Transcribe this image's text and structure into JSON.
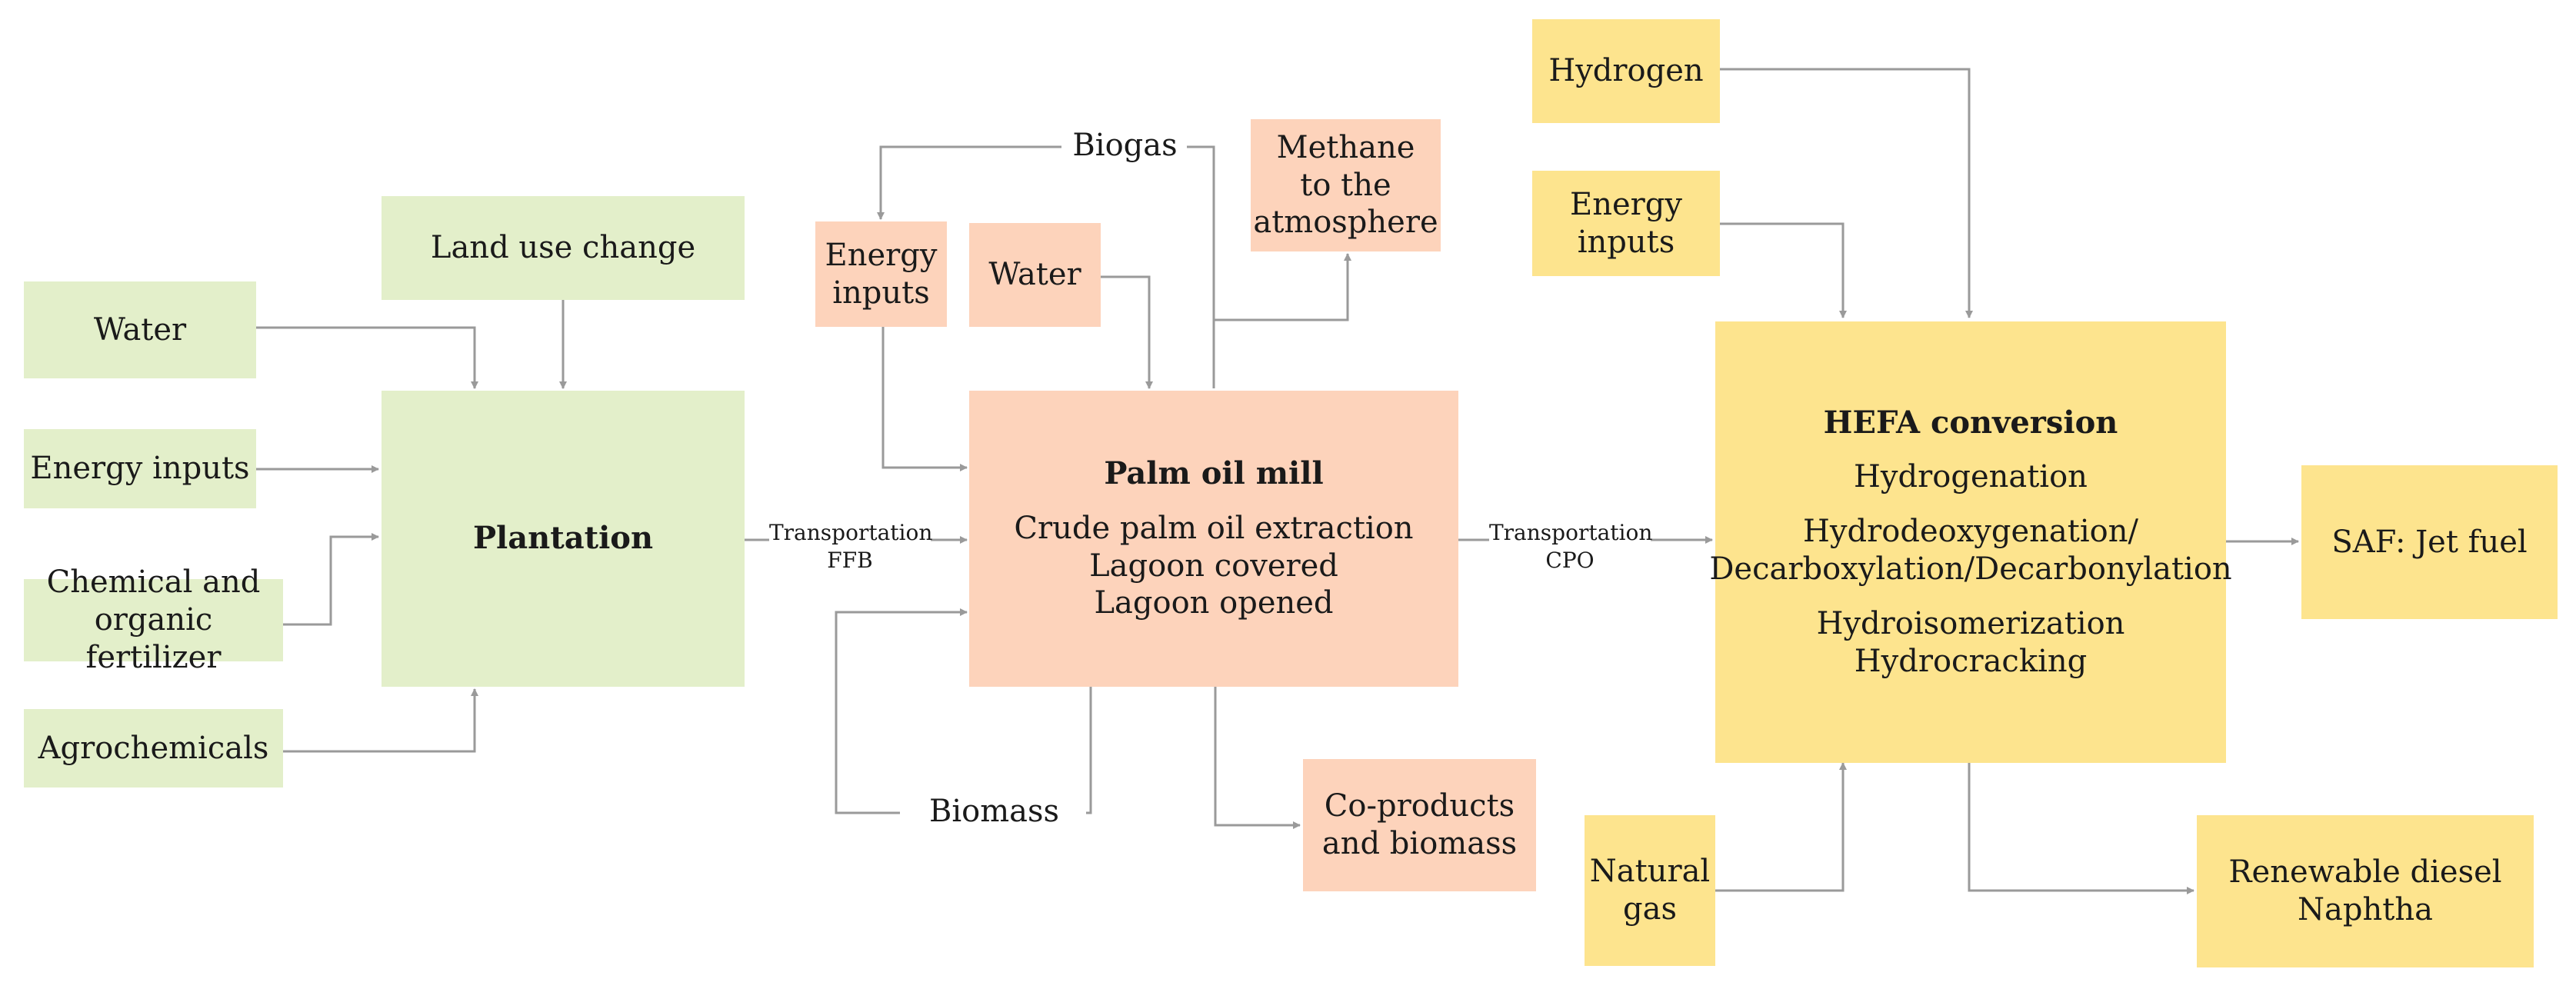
{
  "colors": {
    "plantation": "#e3efca",
    "mill": "#fdd3bb",
    "hefa": "#fde48e",
    "arrow": "#9a9a9a"
  },
  "plantation_stage": {
    "water": "Water",
    "land_use_change": "Land use change",
    "energy_inputs": "Energy inputs",
    "fertilizer": [
      "Chemical and",
      "organic fertilizer"
    ],
    "agrochemicals": "Agrochemicals",
    "plantation": "Plantation"
  },
  "transport_ffb": [
    "Transportation",
    "FFB"
  ],
  "mill_stage": {
    "biogas": "Biogas",
    "energy_inputs": [
      "Energy",
      "inputs"
    ],
    "water": "Water",
    "methane": [
      "Methane",
      "to the",
      "atmosphere"
    ],
    "title": "Palm oil mill",
    "lines": [
      "Crude palm oil extraction",
      "Lagoon covered",
      "Lagoon opened"
    ],
    "biomass": "Biomass",
    "coproducts": [
      "Co-products",
      "and biomass"
    ]
  },
  "transport_cpo": [
    "Transportation",
    "CPO"
  ],
  "hefa_stage": {
    "hydrogen": "Hydrogen",
    "energy_inputs": [
      "Energy",
      "inputs"
    ],
    "title": "HEFA conversion",
    "line1": "Hydrogenation",
    "line2": [
      "Hydrodeoxygenation/",
      "Decarboxylation/Decarbonylation"
    ],
    "line3": [
      "Hydroisomerization",
      "Hydrocracking"
    ],
    "natural_gas": [
      "Natural",
      "gas"
    ],
    "saf": "SAF: Jet fuel",
    "diesel": [
      "Renewable diesel",
      "Naphtha"
    ]
  }
}
